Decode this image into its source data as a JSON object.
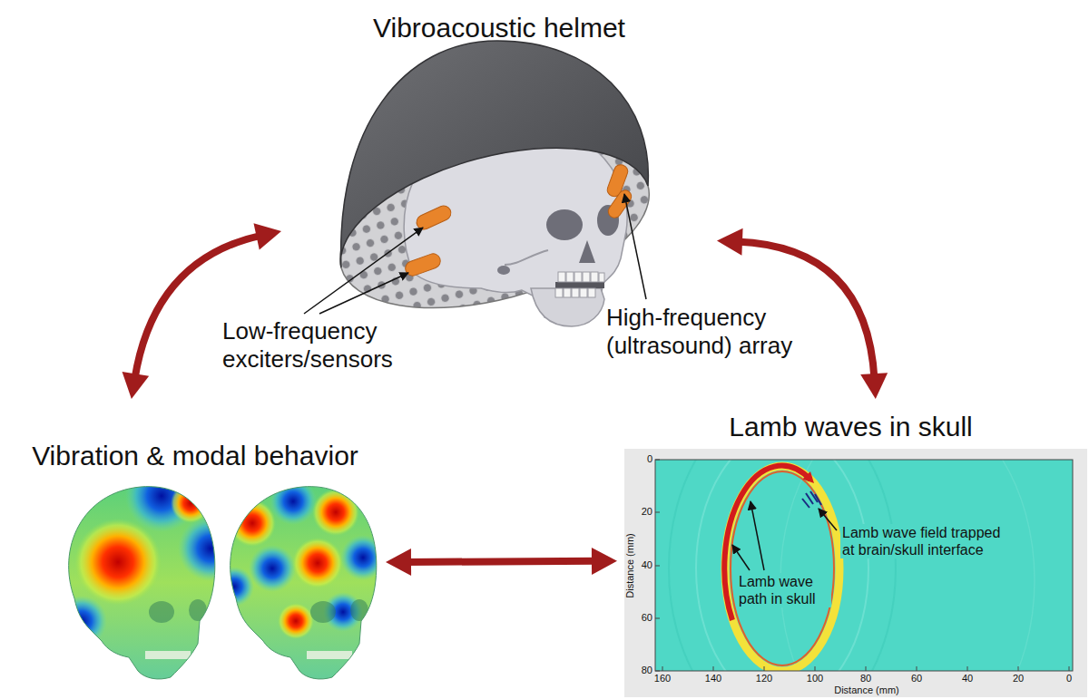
{
  "diagram": {
    "nodes": [
      {
        "text": [
          "Vibroacoustic helmet"
        ]
      },
      {
        "text": [
          "Vibration & modal behavior"
        ]
      },
      {
        "text": [
          "Lamb waves in skull"
        ]
      }
    ],
    "edges": [
      {
        "from": 0,
        "to": 1,
        "arrow": "both"
      },
      {
        "from": 0,
        "to": 2,
        "arrow": "both"
      },
      {
        "from": 1,
        "to": 2,
        "arrow": "both"
      }
    ],
    "labels": [
      "Low-frequency exciters/sensors",
      "High-frequency (ultrasound) array",
      "0",
      "20",
      "40",
      "60",
      "80",
      "160",
      "140",
      "120",
      "100",
      "80",
      "60",
      "40",
      "20",
      "0",
      "Distance (mm)",
      "Distance (mm)",
      "Lamb wave field trapped at brain/skull interface",
      "Lamb wave path in skull"
    ]
  }
}
